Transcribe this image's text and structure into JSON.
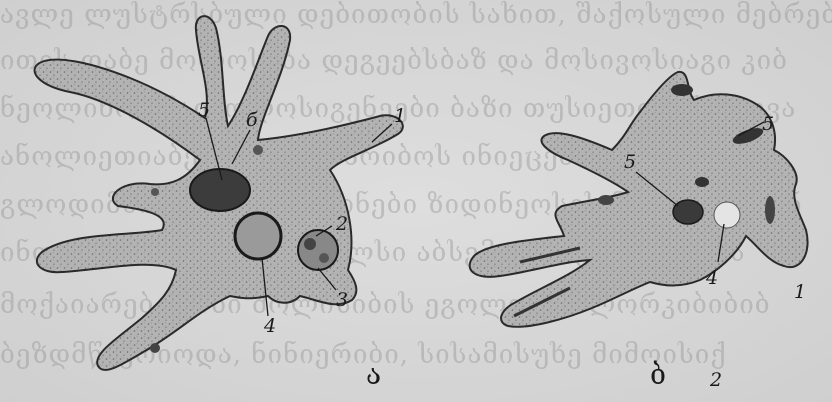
{
  "background_text": [
    "ავლე ლუსტრსბული დებითობის სახით, შაქოსული მებრები",
    "ითის დაბე მოლოსიბა დეგეებსბაზ და მოსივოსიაგი კიბ",
    "ნეოლინოი მაიკოლოსიგენეები ბაზი თუსიეთთ იქ ხმოვა",
    "ანოლიეთიაბეზე მაზოსიარიბოს ინიეცენის ლოსოსი",
    "გლოდიმბის გოზი ისიებინები ზიდინეოსის მოლისლიბინ",
    "ინთვმერთთ ეგი ოსმოიალსი აბსემეითი ერთიდობის",
    "მოქაიარება მაზი მოლისიბის ეგოლობის ლორკიბიბიბ",
    "ბეზდმწვერიოდა, ნინიერიბი, სისამისუხე მიმოისიქ"
  ],
  "figure_a": {
    "sublabel": "ა",
    "labels": {
      "n1": "1",
      "n2": "2",
      "n3": "3",
      "n4": "4",
      "n5": "5",
      "n6": "б"
    }
  },
  "figure_b": {
    "sublabel": "ბ",
    "labels": {
      "n1": "1",
      "n2": "2",
      "n4": "4",
      "n5a": "5",
      "n5b": "5"
    }
  },
  "colors": {
    "cell": "#b4b4b4",
    "cell_edge": "#2a2a2a",
    "nucleus": "#3c3c3c",
    "vacuole": "#e4e4e4",
    "ink": "#1a1a1a"
  }
}
